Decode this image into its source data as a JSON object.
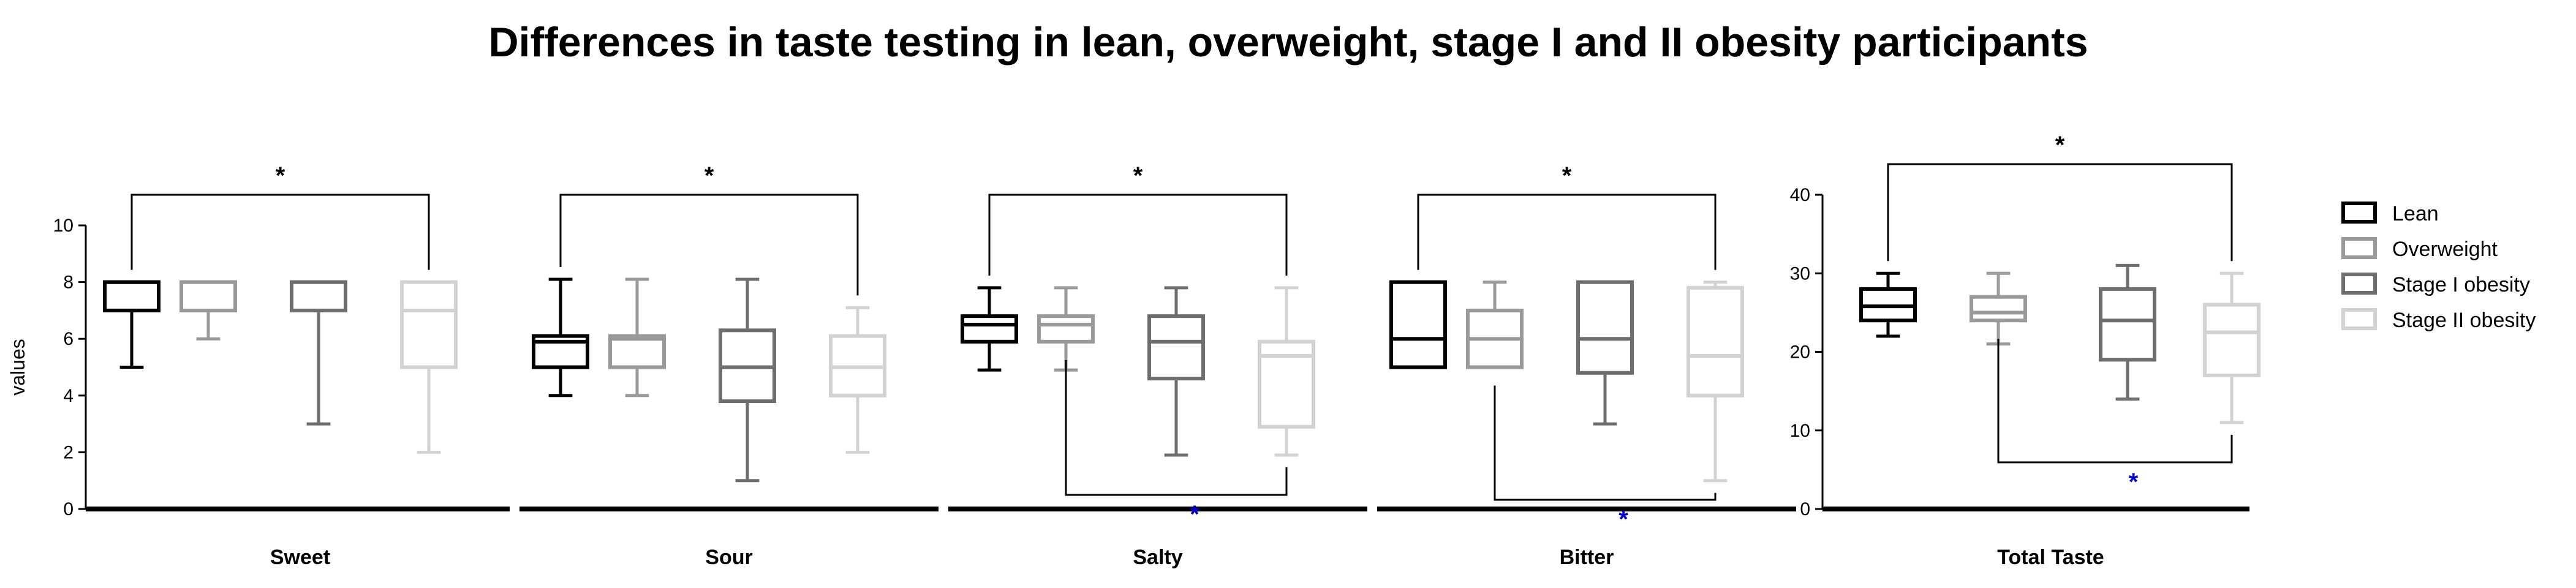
{
  "chart_data": [
    {
      "type": "box",
      "title": "Differences in taste testing in lean, overweight, stage I and II obesity participants",
      "ylabel": "values",
      "ylim": [
        0,
        10
      ],
      "yticks": [
        0,
        2,
        4,
        6,
        8,
        10
      ],
      "series": [
        {
          "name": "Lean",
          "color": "#000000"
        },
        {
          "name": "Overweight",
          "color": "#9a9a9a"
        },
        {
          "name": "Stage I obesity",
          "color": "#6e6e6e"
        },
        {
          "name": "Stage II obesity",
          "color": "#d2d2d2"
        }
      ],
      "categories": [
        {
          "label": "Sweet",
          "boxes": [
            {
              "series": "Lean",
              "min": 5,
              "q1": 7,
              "median": 8,
              "q3": 8,
              "max": 8
            },
            {
              "series": "Overweight",
              "min": 6,
              "q1": 7,
              "median": 8,
              "q3": 8,
              "max": 8
            },
            {
              "series": "Stage I obesity",
              "min": 3,
              "q1": 7,
              "median": 8,
              "q3": 8,
              "max": 8
            },
            {
              "series": "Stage II obesity",
              "min": 2,
              "q1": 5,
              "median": 7,
              "q3": 8,
              "max": 8
            }
          ],
          "annotations": [
            {
              "from": "Lean",
              "to": "Stage II obesity",
              "position": "above",
              "text": "*",
              "color": "#000000"
            }
          ]
        },
        {
          "label": "Sour",
          "boxes": [
            {
              "series": "Lean",
              "min": 4,
              "q1": 5,
              "median": 5.9,
              "q3": 6.1,
              "max": 8.1
            },
            {
              "series": "Overweight",
              "min": 4,
              "q1": 5,
              "median": 6,
              "q3": 6.1,
              "max": 8.1
            },
            {
              "series": "Stage I obesity",
              "min": 1,
              "q1": 3.8,
              "median": 5,
              "q3": 6.3,
              "max": 8.1
            },
            {
              "series": "Stage II obesity",
              "min": 2,
              "q1": 4,
              "median": 5,
              "q3": 6.1,
              "max": 7.1
            }
          ],
          "annotations": [
            {
              "from": "Lean",
              "to": "Stage II obesity",
              "position": "above",
              "text": "*",
              "color": "#000000"
            }
          ]
        },
        {
          "label": "Salty",
          "boxes": [
            {
              "series": "Lean",
              "min": 4.9,
              "q1": 5.9,
              "median": 6.5,
              "q3": 6.8,
              "max": 7.8
            },
            {
              "series": "Overweight",
              "min": 4.9,
              "q1": 5.9,
              "median": 6.5,
              "q3": 6.8,
              "max": 7.8
            },
            {
              "series": "Stage I obesity",
              "min": 1.9,
              "q1": 4.6,
              "median": 5.9,
              "q3": 6.8,
              "max": 7.8
            },
            {
              "series": "Stage II obesity",
              "min": 1.9,
              "q1": 2.9,
              "median": 5.4,
              "q3": 5.9,
              "max": 7.8
            }
          ],
          "annotations": [
            {
              "from": "Lean",
              "to": "Stage II obesity",
              "position": "above",
              "text": "*",
              "color": "#000000"
            },
            {
              "from": "Overweight",
              "to": "Stage II obesity",
              "position": "below",
              "text": "*",
              "color": "#0000cc"
            }
          ]
        },
        {
          "label": "Bitter",
          "boxes": [
            {
              "series": "Lean",
              "min": 5,
              "q1": 5,
              "median": 6,
              "q3": 8,
              "max": 8
            },
            {
              "series": "Overweight",
              "min": 5,
              "q1": 5,
              "median": 6,
              "q3": 7,
              "max": 8
            },
            {
              "series": "Stage I obesity",
              "min": 3,
              "q1": 4.8,
              "median": 6,
              "q3": 8,
              "max": 8
            },
            {
              "series": "Stage II obesity",
              "min": 1,
              "q1": 4,
              "median": 5.4,
              "q3": 7.8,
              "max": 8
            }
          ],
          "annotations": [
            {
              "from": "Lean",
              "to": "Stage II obesity",
              "position": "above",
              "text": "*",
              "color": "#000000"
            },
            {
              "from": "Overweight",
              "to": "Stage II obesity",
              "position": "below",
              "text": "*",
              "color": "#0000cc"
            }
          ]
        }
      ]
    },
    {
      "type": "box",
      "title": "",
      "ylabel": "",
      "ylim": [
        0,
        40
      ],
      "yticks": [
        0,
        10,
        20,
        30,
        40
      ],
      "series": [
        {
          "name": "Lean",
          "color": "#000000"
        },
        {
          "name": "Overweight",
          "color": "#9a9a9a"
        },
        {
          "name": "Stage I obesity",
          "color": "#6e6e6e"
        },
        {
          "name": "Stage II obesity",
          "color": "#d2d2d2"
        }
      ],
      "categories": [
        {
          "label": "Total Taste",
          "boxes": [
            {
              "series": "Lean",
              "min": 22,
              "q1": 24,
              "median": 25.8,
              "q3": 28,
              "max": 30
            },
            {
              "series": "Overweight",
              "min": 21,
              "q1": 24,
              "median": 25,
              "q3": 27,
              "max": 30
            },
            {
              "series": "Stage I obesity",
              "min": 14,
              "q1": 19,
              "median": 24,
              "q3": 28,
              "max": 31
            },
            {
              "series": "Stage II obesity",
              "min": 11,
              "q1": 17,
              "median": 22.5,
              "q3": 26,
              "max": 30
            }
          ],
          "annotations": [
            {
              "from": "Lean",
              "to": "Stage II obesity",
              "position": "above",
              "text": "*",
              "color": "#000000"
            },
            {
              "from": "Overweight",
              "to": "Stage II obesity",
              "position": "below",
              "text": "*",
              "color": "#0000cc"
            }
          ]
        }
      ],
      "legend_position": "right"
    }
  ]
}
